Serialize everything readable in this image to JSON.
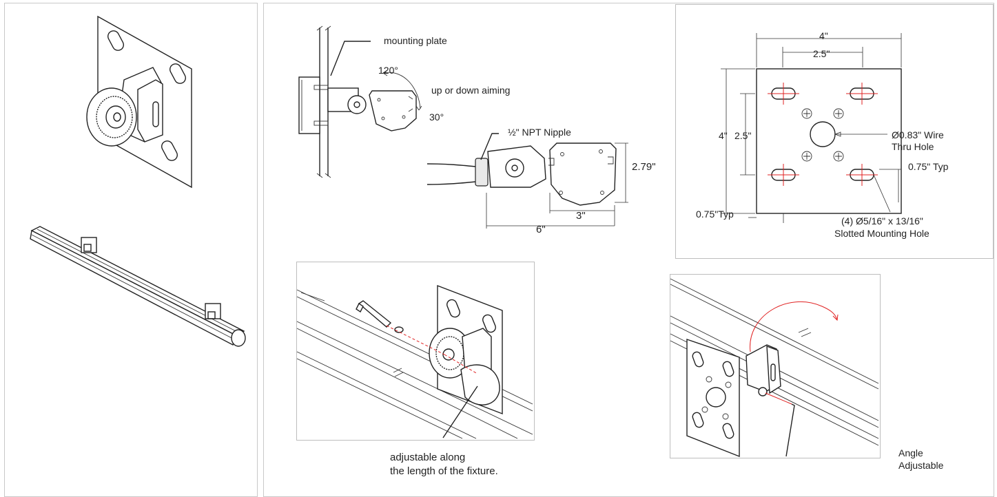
{
  "side_view": {
    "mounting_plate": "mounting plate",
    "angle_up": "120°",
    "angle_down": "30°",
    "aiming": "up or down aiming"
  },
  "nipple_view": {
    "nipple": "½\" NPT Nipple",
    "height": "2.79\"",
    "depth": "3\"",
    "length": "6\""
  },
  "plate_drawing": {
    "width_outer": "4\"",
    "width_inner": "2.5\"",
    "height_outer": "4\"",
    "height_inner": "2.5\"",
    "wire_hole_line1": "Ø0.83\" Wire",
    "wire_hole_line2": "Thru Hole",
    "edge_right": "0.75\" Typ",
    "edge_left": "0.75\"Typ",
    "slot_line1": "(4) Ø5/16\" x 13/16\"",
    "slot_line2": "Slotted Mounting Hole"
  },
  "install_view": {
    "caption_line1": "adjustable along",
    "caption_line2": "the length of the fixture."
  },
  "angle_view": {
    "caption_line1": "Angle",
    "caption_line2": "Adjustable"
  },
  "colors": {
    "accent": "#e02020",
    "line": "#222222",
    "panel_border": "#c8c8c8"
  }
}
